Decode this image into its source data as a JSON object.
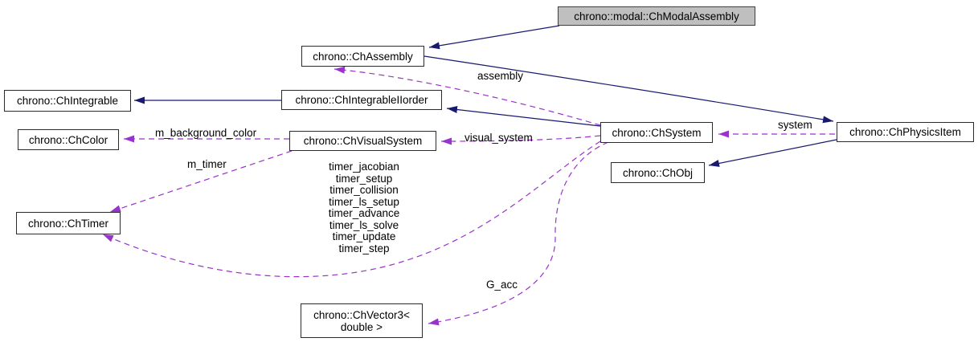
{
  "diagram": {
    "type": "doxygen-collaboration-graph",
    "nodes": {
      "modal_assembly": {
        "label": "chrono::modal::ChModalAssembly"
      },
      "assembly": {
        "label": "chrono::ChAssembly"
      },
      "integrable": {
        "label": "chrono::ChIntegrable"
      },
      "integrable_iiorder": {
        "label": "chrono::ChIntegrableIIorder"
      },
      "color": {
        "label": "chrono::ChColor"
      },
      "visual_system": {
        "label": "chrono::ChVisualSystem"
      },
      "system": {
        "label": "chrono::ChSystem"
      },
      "physics_item": {
        "label": "chrono::ChPhysicsItem"
      },
      "obj": {
        "label": "chrono::ChObj"
      },
      "timer": {
        "label": "chrono::ChTimer"
      },
      "vector3": {
        "label_line1": "chrono::ChVector3<",
        "label_line2": "double >"
      }
    },
    "edge_labels": {
      "assembly": "assembly",
      "system": "system",
      "visual_system": "visual_system",
      "m_background_color": "m_background_color",
      "m_timer": "m_timer",
      "g_acc": "G_acc",
      "timers": [
        "timer_jacobian",
        "timer_setup",
        "timer_collision",
        "timer_ls_setup",
        "timer_advance",
        "timer_ls_solve",
        "timer_update",
        "timer_step"
      ]
    },
    "colors": {
      "inheritance_edge": "#191970",
      "usage_edge": "#9a32cd",
      "node_fill": "#ffffff",
      "node_border": "#2b2b2b",
      "highlight_node_fill": "#bfbfbf",
      "background": "#ffffff"
    }
  }
}
